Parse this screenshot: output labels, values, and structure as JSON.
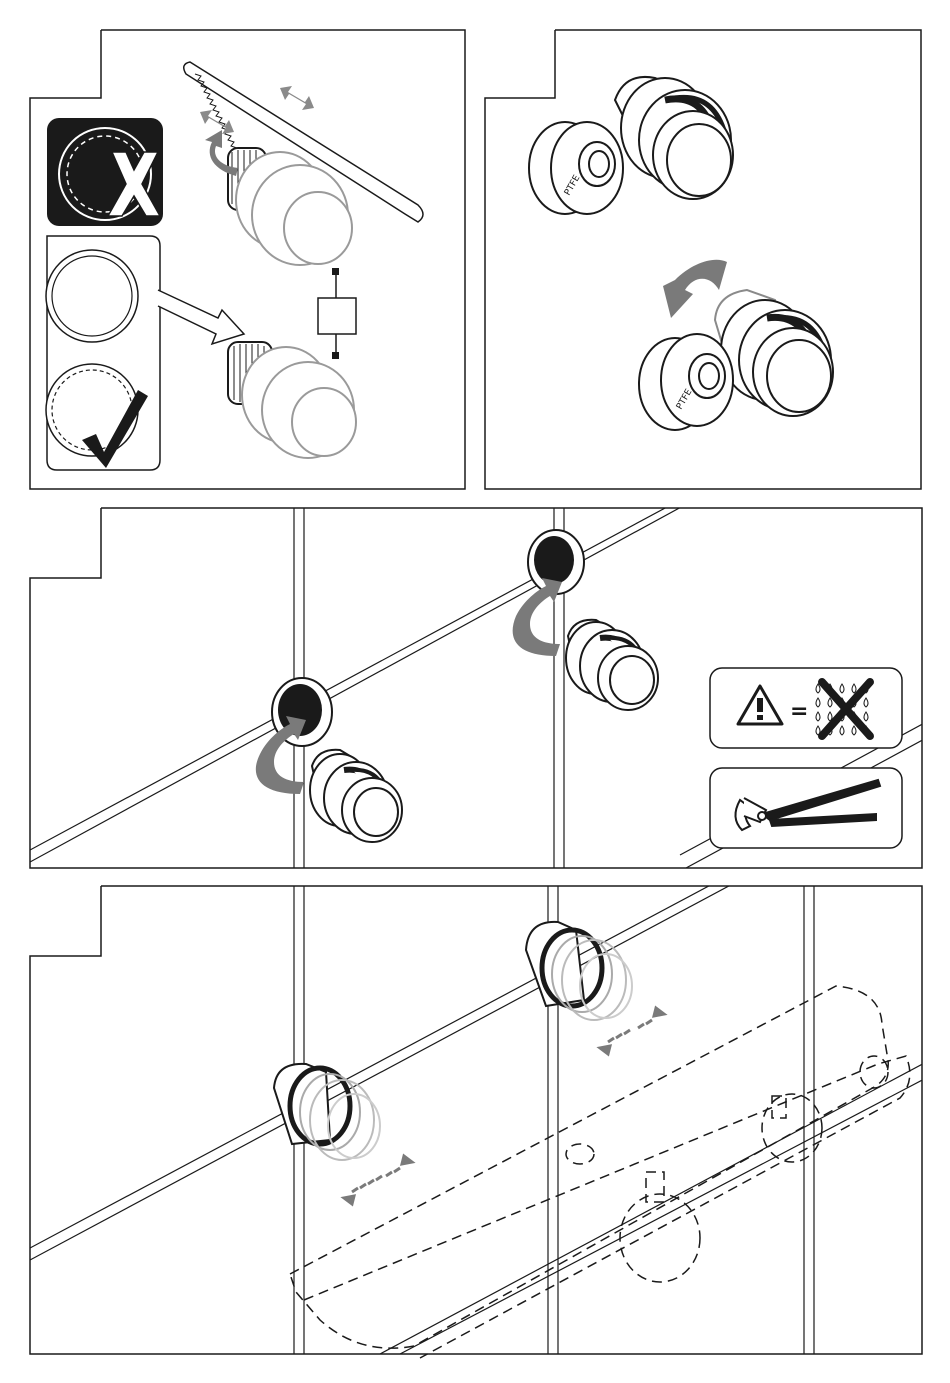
{
  "page": {
    "background": "#ffffff",
    "line_color": "#1a1a1a",
    "arrow_gray": "#7a7a7a"
  },
  "steps": [
    {
      "id": "step-cut-pipe",
      "icons": [
        "saw-icon",
        "rotate-arrow-icon",
        "wrong-cut-icon",
        "correct-cut-icon",
        "cross-mark-icon",
        "check-mark-icon",
        "measurement-box-icon"
      ]
    },
    {
      "id": "step-ptfe-seal",
      "labels": {
        "ptfe_top": "PTFE",
        "ptfe_bottom": "PTFE"
      },
      "icons": [
        "ptfe-seal-icon",
        "rotate-arrow-icon"
      ]
    },
    {
      "id": "step-install-eccentrics",
      "icons": [
        "rotate-arrow-icon",
        "warning-icon",
        "no-water-icon",
        "pliers-icon"
      ],
      "labels": {
        "equals": "="
      }
    },
    {
      "id": "step-align-eccentrics",
      "icons": [
        "adjust-arrow-icon",
        "mixer-outline-icon"
      ]
    }
  ]
}
